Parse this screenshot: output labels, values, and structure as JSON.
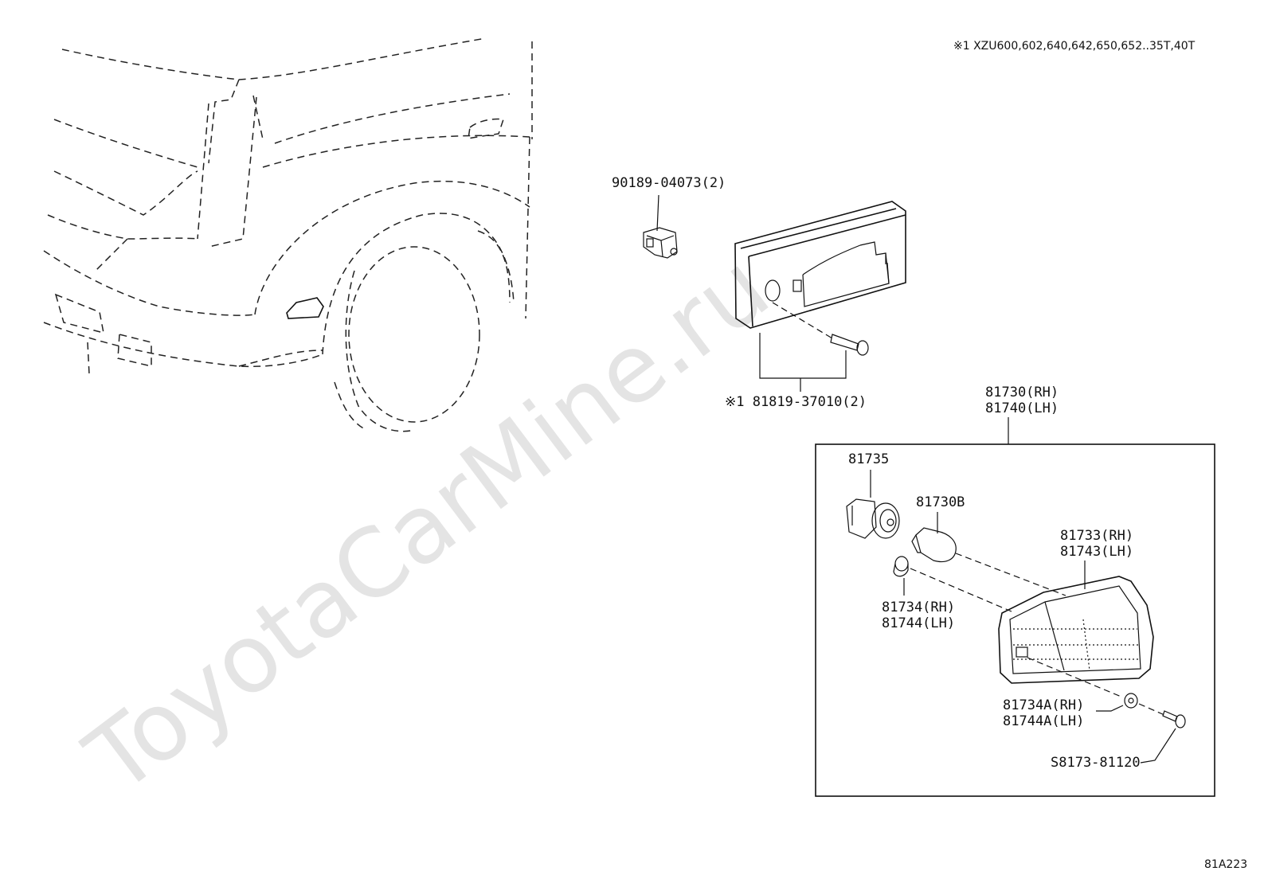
{
  "note": "※1 XZU600,602,640,642,650,652..35T,40T",
  "watermark": "ToyotaCarMine.ru",
  "diagram_code": "81A223",
  "parts": {
    "clip": "90189-04073(2)",
    "screw_marked": "※1 81819-37010(2)",
    "assy_rh": "81730(RH)",
    "assy_lh": "81740(LH)",
    "socket": "81735",
    "bulb": "81730B",
    "lens_rh": "81733(RH)",
    "lens_lh": "81743(LH)",
    "gasket_rh": "81734(RH)",
    "gasket_lh": "81744(LH)",
    "washer_rh": "81734A(RH)",
    "washer_lh": "81744A(LH)",
    "screw": "S8173-81120"
  }
}
